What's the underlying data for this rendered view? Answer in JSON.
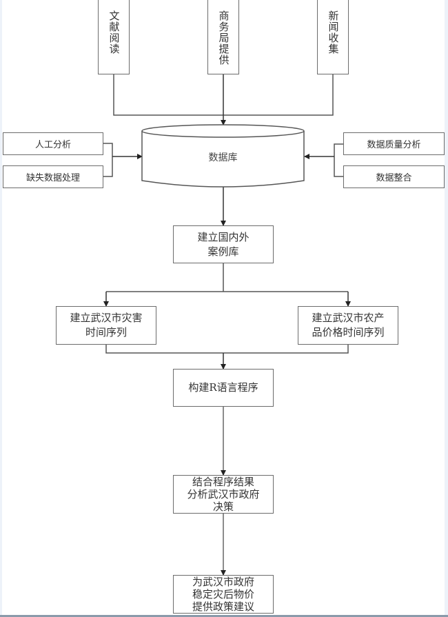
{
  "title": "武汉市灾后农产品价格研究技术路线图",
  "sources": [
    {
      "id": "literature",
      "label": "文献阅读"
    },
    {
      "id": "commerce-bureau",
      "label": "商务局提供"
    },
    {
      "id": "news",
      "label": "新闻收集"
    }
  ],
  "database": {
    "label": "数据库"
  },
  "left_inputs": [
    {
      "id": "manual-analysis",
      "label": "人工分析"
    },
    {
      "id": "missing-data",
      "label": "缺失数据处理"
    }
  ],
  "right_inputs": [
    {
      "id": "quality-analysis",
      "label": "数据质量分析"
    },
    {
      "id": "integration",
      "label": "数据整合"
    }
  ],
  "case_library": {
    "label": "建立国内外\n案例库"
  },
  "time_series": [
    {
      "id": "disaster-series",
      "label": "建立武汉市灾害\n时间序列"
    },
    {
      "id": "price-series",
      "label": "建立武汉市农产\n品价格时间序列"
    }
  ],
  "r_program": {
    "label": "构建R语言程序"
  },
  "analysis": {
    "label": "结合程序结果\n分析武汉市政府\n决策"
  },
  "recommendation": {
    "label": "为武汉市政府\n稳定灾后物价\n提供政策建议"
  },
  "colors": {
    "line": "#4a4a4a",
    "box_border": "#6b6b6b",
    "edge": "#edf2f9"
  }
}
